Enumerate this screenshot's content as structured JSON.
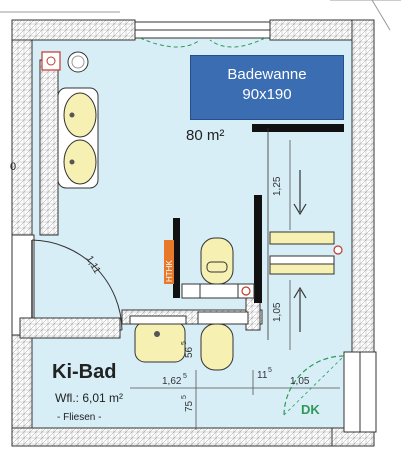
{
  "room": {
    "name": "Ki-Bad",
    "area": "Wfl.: 6,01 m²",
    "floor": "- Fliesen -"
  },
  "area_fragment": "80 m²",
  "left_edge_digit": "0",
  "bathtub": {
    "label": "Badewanne",
    "size": "90x190"
  },
  "tag_hthk": "HTHK",
  "door_tag": "DK",
  "small_dim": "1,11",
  "dimensions": {
    "d1": "1,25",
    "d2": "1,05",
    "d3": "1,62",
    "d3_sup": "5",
    "d4": "11",
    "d4_sup": "5",
    "d5": "1,05",
    "d6": "56",
    "d6_sup": "5",
    "d7": "75",
    "d7_sup": "5"
  },
  "colors": {
    "floor": "#d7eef7",
    "wall_hatch": "#8a8a8a",
    "tub": "#3b6db3",
    "fixture": "#f7f0b3",
    "tag_orange": "#e8782a",
    "door_swing": "#2e9a57"
  }
}
